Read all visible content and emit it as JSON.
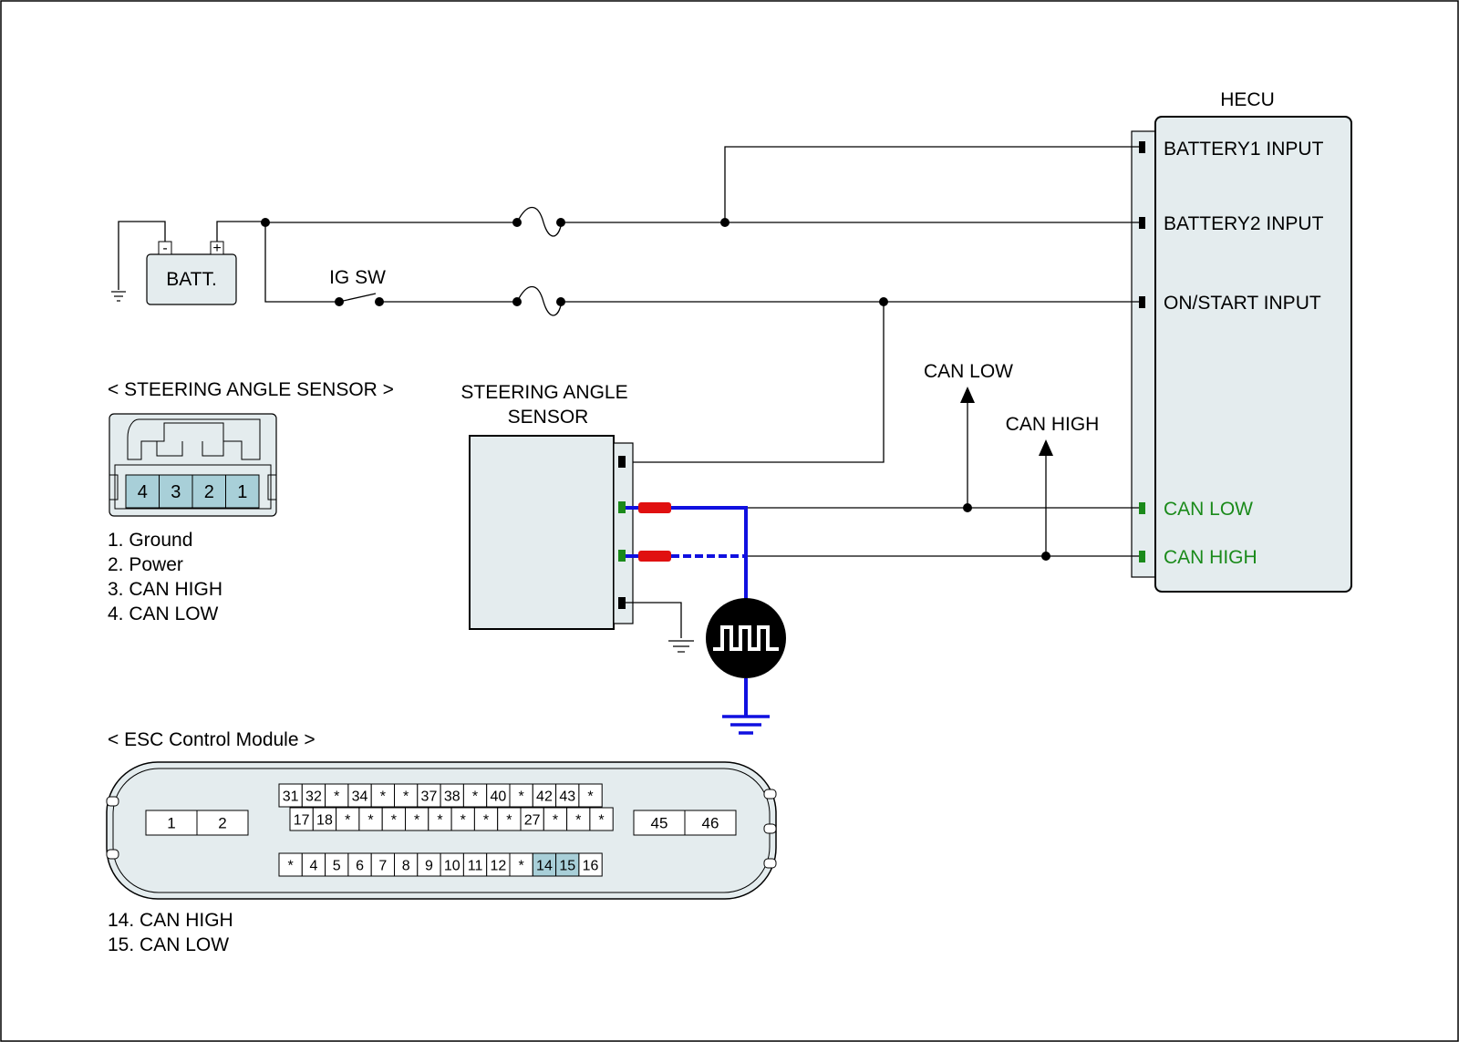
{
  "hecu": {
    "title": "HECU",
    "pins": [
      "BATTERY1 INPUT",
      "BATTERY2 INPUT",
      "ON/START INPUT",
      "CAN LOW",
      "CAN HIGH"
    ]
  },
  "battery": {
    "label": "BATT.",
    "neg": "-",
    "pos": "+"
  },
  "ig_switch": "IG SW",
  "sas_module": {
    "line1": "STEERING ANGLE",
    "line2": "SENSOR"
  },
  "branch_labels": {
    "can_low": "CAN LOW",
    "can_high": "CAN HIGH"
  },
  "sas_connector": {
    "title": "< STEERING ANGLE SENSOR >",
    "pins": [
      "4",
      "3",
      "2",
      "1"
    ],
    "legend": [
      "1. Ground",
      "2. Power",
      "3. CAN HIGH",
      "4. CAN LOW"
    ]
  },
  "esc_module": {
    "title": "< ESC Control Module >",
    "row1": [
      "31",
      "32",
      "*",
      "34",
      "*",
      "*",
      "37",
      "38",
      "*",
      "40",
      "*",
      "42",
      "43",
      "*"
    ],
    "row2": [
      "17",
      "18",
      "*",
      "*",
      "*",
      "*",
      "*",
      "*",
      "*",
      "*",
      "27",
      "*",
      "*",
      "*"
    ],
    "row3": [
      "*",
      "4",
      "5",
      "6",
      "7",
      "8",
      "9",
      "10",
      "11",
      "12",
      "*",
      "14",
      "15",
      "16"
    ],
    "left_pins": [
      "1",
      "2"
    ],
    "right_pins": [
      "45",
      "46"
    ],
    "highlight": [
      "14",
      "15"
    ],
    "legend": [
      "14. CAN HIGH",
      "15. CAN LOW"
    ]
  },
  "colors": {
    "panel": "#e4ecee",
    "pin_highlight": "#a8cfd8",
    "can_wire": "#1010e0",
    "can_tap": "#e01010",
    "can_pin": "#1a8a1a",
    "can_text": "#1a8a1a"
  }
}
